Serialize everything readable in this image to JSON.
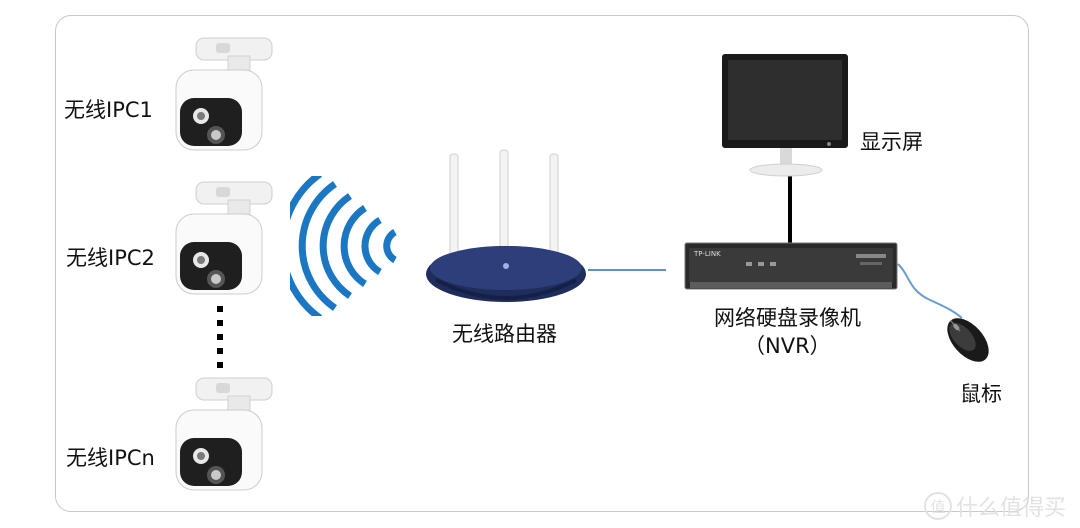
{
  "cameras": [
    {
      "label": "无线IPC1"
    },
    {
      "label": "无线IPC2"
    },
    {
      "label": "无线IPCn"
    }
  ],
  "router": {
    "label": "无线路由器"
  },
  "nvr": {
    "label_line1": "网络硬盘录像机",
    "label_line2": "（NVR）",
    "brand": "TP-LINK"
  },
  "monitor": {
    "label": "显示屏"
  },
  "mouse": {
    "label": "鼠标"
  },
  "watermark": {
    "icon_char": "值",
    "text": "什么值得买"
  },
  "colors": {
    "wifi": "#1c77c3",
    "router_body": "#1e2d5c",
    "frame_border": "#c9c9c9"
  }
}
